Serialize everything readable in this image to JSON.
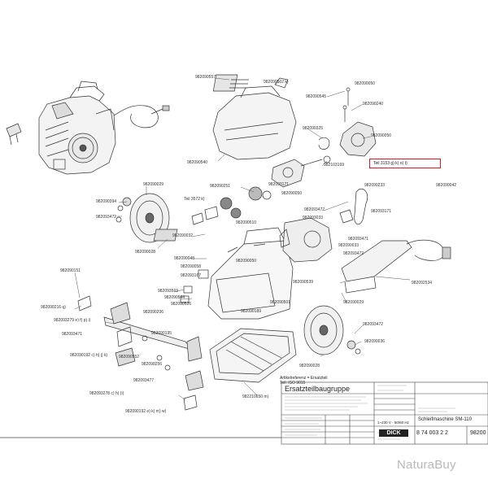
{
  "callouts": {
    "c1": "982090557",
    "c2": "982090502 k)",
    "c3": "982090050",
    "c4": "982090545",
    "c5": "982090240",
    "c6": "982090325",
    "c7": "982090050",
    "c8": "982103169",
    "c9": "982090540",
    "c10": "982090251",
    "c11": "982090029",
    "c12": "982093171",
    "c13": "982090233",
    "c14": "982090050",
    "c15": "Teil 3572 k)",
    "c16": "982090394",
    "c17": "982093472",
    "c18": "982093171",
    "c19": "982090510",
    "c20": "982093033",
    "c21": "982093472",
    "c22": "982090033",
    "c23": "982090032",
    "c24": "982093471",
    "c25": "982093472",
    "c26": "982090028",
    "c27": "982090048",
    "c28": "982090058",
    "c29": "982090050",
    "c30": "982090151",
    "c31": "982092534",
    "c32": "982093167",
    "c33": "982090539",
    "c34": "982090216 q)",
    "c35": "982093569",
    "c36": "982090544",
    "c37": "982090526",
    "c38": "982090501",
    "c39": "982090029",
    "c40": "982093279 e) f) p) i)",
    "c41": "982090206",
    "c42": "982090189",
    "c43": "982093472",
    "c44": "982093471",
    "c45": "982090195",
    "c46": "982090036",
    "c47": "982090192 c) h) j) k)",
    "c48": "982090552",
    "c49": "982090028",
    "c50": "982090256",
    "c51": "982093477",
    "c52": "982093278 c) h) (i)",
    "c53": "982210650 m)",
    "c54": "982090192 e) k) m) w)",
    "c55": "982090042"
  },
  "highlight_label": "Teil 3153 g) k) o) t)",
  "legend": {
    "line1": "Artikelreferenz = Ersatzteil",
    "line2": "Teil: ISO 9015"
  },
  "title_block": {
    "heading": "Ersatzteilbaugruppe",
    "machine": "Schleifmaschine SM-110",
    "voltage": "1~230 V - 50/60 Hz",
    "number": "8 74 003 2 2",
    "number_right": "98200",
    "brand": "DICK"
  },
  "watermark": "NaturaBuy"
}
